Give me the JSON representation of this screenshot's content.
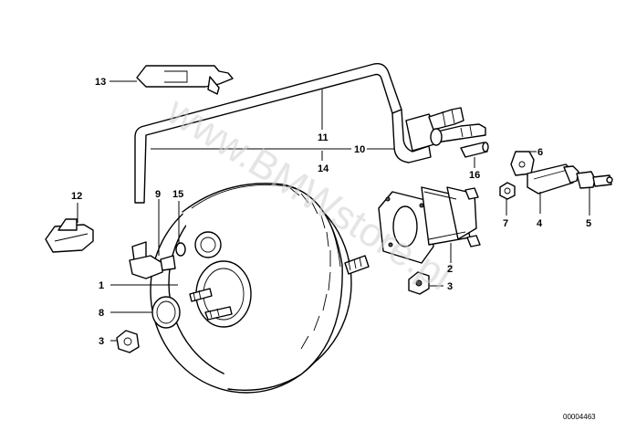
{
  "diagram": {
    "callouts": {
      "c1": "1",
      "c2": "2",
      "c3a": "3",
      "c3b": "3",
      "c4": "4",
      "c5": "5",
      "c6": "6",
      "c7": "7",
      "c8": "8",
      "c9": "9",
      "c10": "10",
      "c11": "11",
      "c12": "12",
      "c13": "13",
      "c14": "14",
      "c15": "15",
      "c16": "16"
    },
    "watermark": "www.BMWstore.pl",
    "document_number": "00004463"
  }
}
